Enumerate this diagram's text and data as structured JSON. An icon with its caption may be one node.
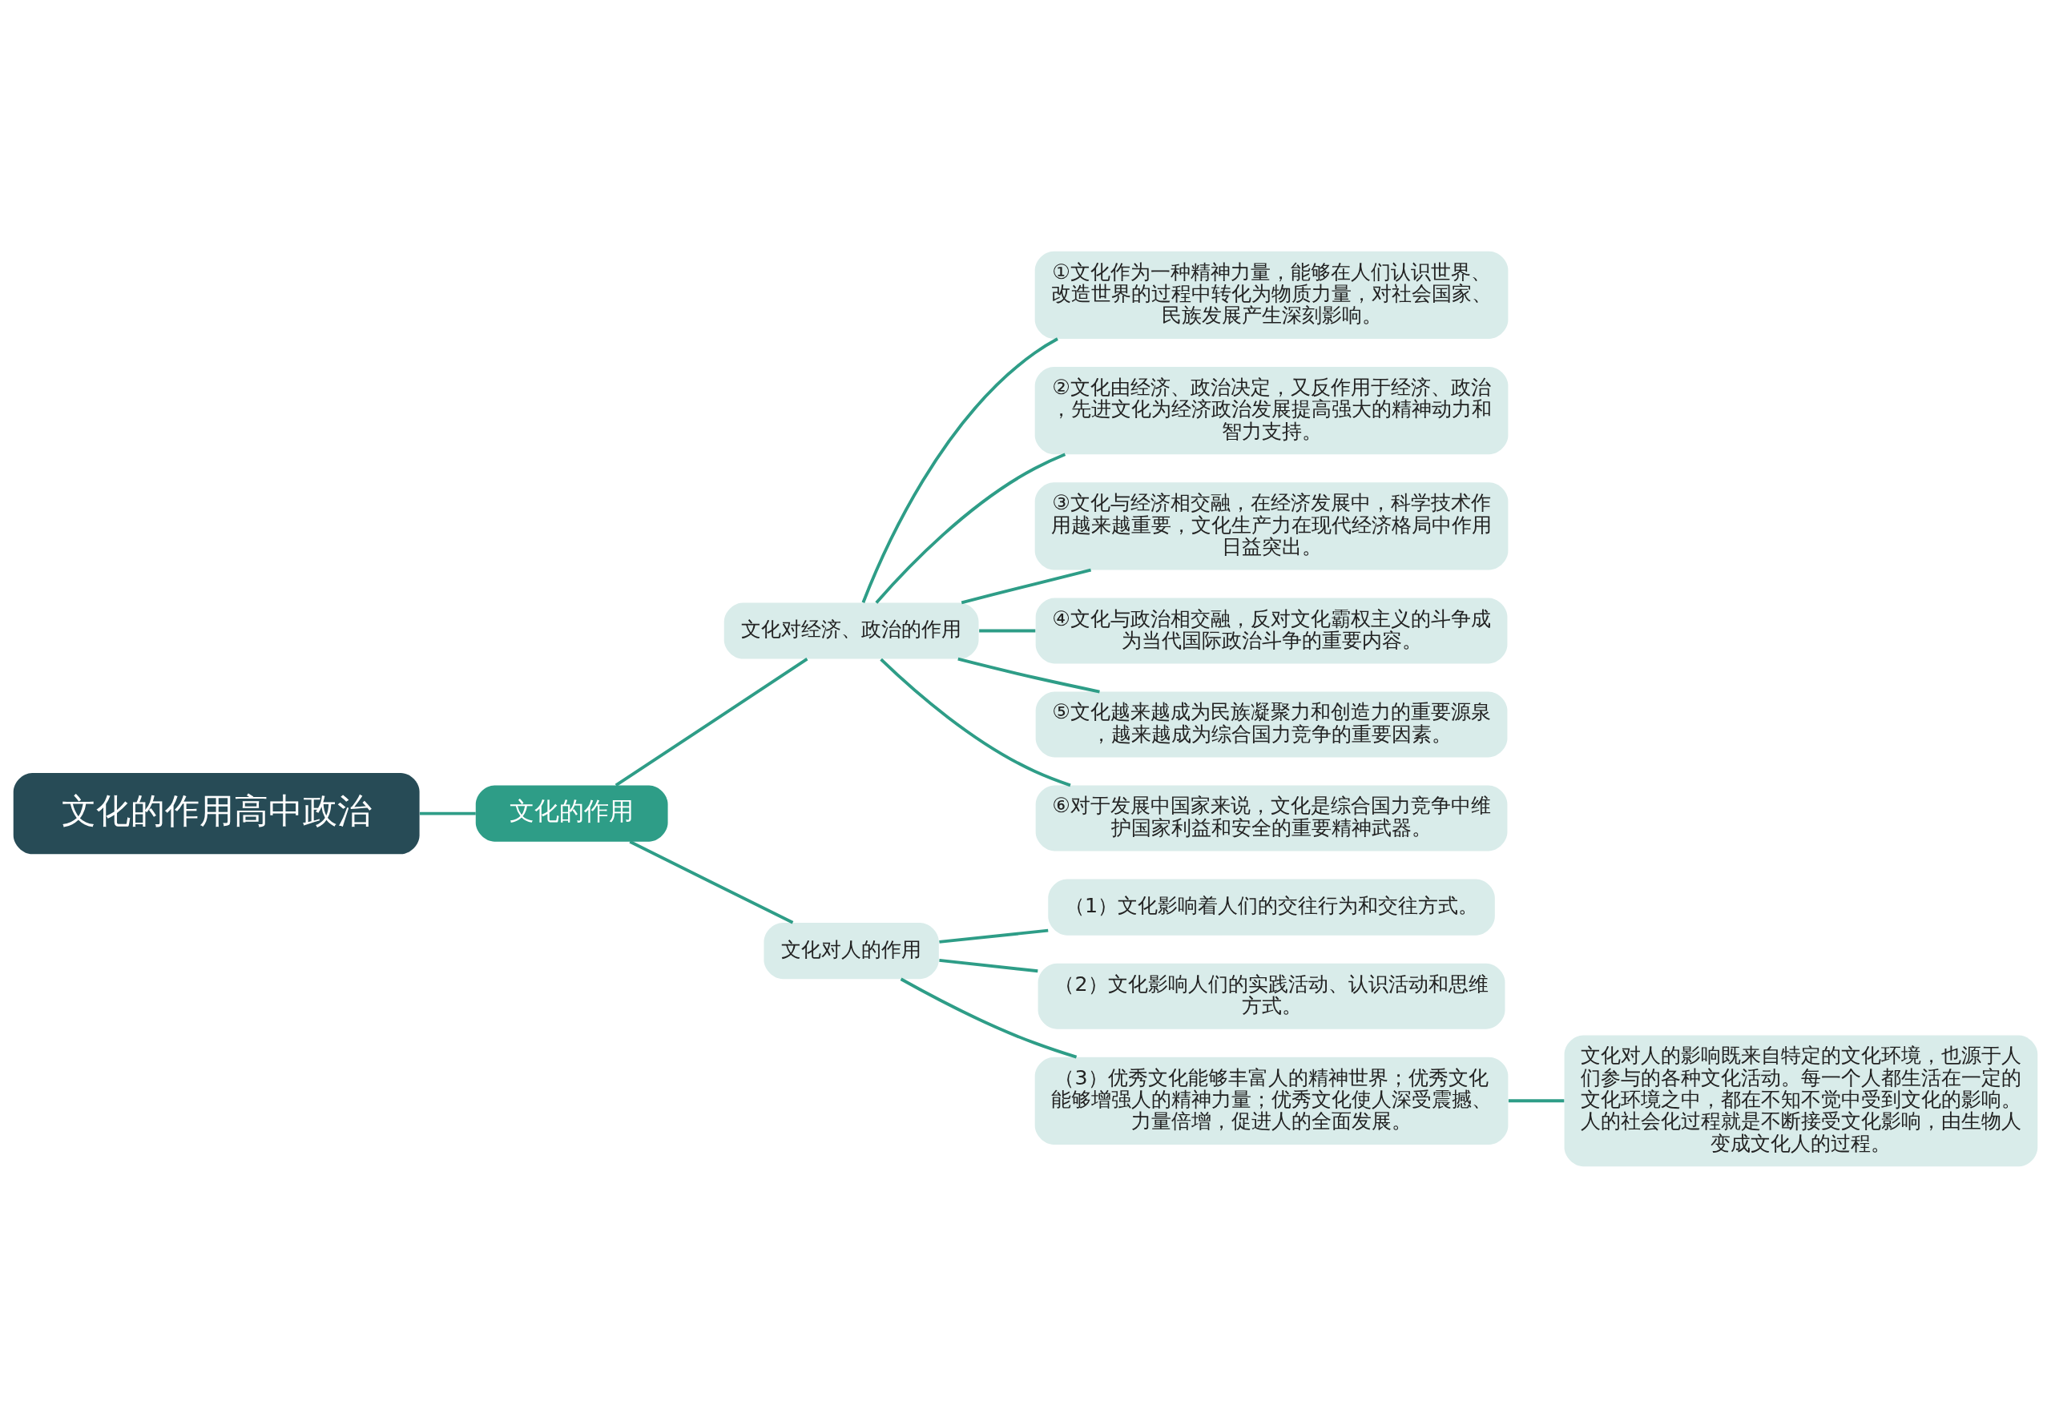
{
  "diagram": {
    "nodes": [
      {
        "text": [
          "文化的作用高中政治"
        ]
      },
      {
        "text": [
          "文化的作用"
        ]
      },
      {
        "text": [
          "文化对经济、政治的作用"
        ]
      },
      {
        "text": [
          "①文化作为一种精神力量，能够在人们认识世界、改造世界的过程中转化为物质力量，对社会国家、民族发展产生深刻影响。"
        ]
      },
      {
        "text": [
          "②文化由经济、政治决定，又反作用于经济、政治，先进文化为经济政治发展提高强大的精神动力和智力支持。"
        ]
      },
      {
        "text": [
          "③文化与经济相交融，在经济发展中，科学技术作用越来越重要，文化生产力在现代经济格局中作用日益突出。"
        ]
      },
      {
        "text": [
          "④文化与政治相交融，反对文化霸权主义的斗争成为当代国际政治斗争的重要内容。"
        ]
      },
      {
        "text": [
          "⑤文化越来越成为民族凝聚力和创造力的重要源泉，越来越成为综合国力竞争的重要因素。"
        ]
      },
      {
        "text": [
          "⑥对于发展中国家来说，文化是综合国力竞争中维护国家利益和安全的重要精神武器。"
        ]
      },
      {
        "text": [
          "文化对人的作用"
        ]
      },
      {
        "text": [
          "（1）文化影响着人们的交往行为和交往方式。"
        ]
      },
      {
        "text": [
          "（2）文化影响人们的实践活动、认识活动和思维方式。"
        ]
      },
      {
        "text": [
          "（3）优秀文化能够丰富人的精神世界；优秀文化能够增强人的精神力量；优秀文化使人深受震撼、力量倍增，促进人的全面发展。"
        ]
      },
      {
        "text": [
          "文化对人的影响既来自特定的文化环境，也源于人们参与的各种文化活动。每一个人都生活在一定的文化环境之中，都在不知不觉中受到文化的影响。人的社会化过程就是不断接受文化影响，由生物人变成文化人的过程。"
        ]
      }
    ],
    "edges": [
      {
        "from": 0,
        "to": 1,
        "arrow": "none"
      },
      {
        "from": 1,
        "to": 2,
        "arrow": "none"
      },
      {
        "from": 1,
        "to": 9,
        "arrow": "none"
      },
      {
        "from": 2,
        "to": 3,
        "arrow": "none"
      },
      {
        "from": 2,
        "to": 4,
        "arrow": "none"
      },
      {
        "from": 2,
        "to": 5,
        "arrow": "none"
      },
      {
        "from": 2,
        "to": 6,
        "arrow": "none"
      },
      {
        "from": 2,
        "to": 7,
        "arrow": "none"
      },
      {
        "from": 2,
        "to": 8,
        "arrow": "none"
      },
      {
        "from": 9,
        "to": 10,
        "arrow": "none"
      },
      {
        "from": 9,
        "to": 11,
        "arrow": "none"
      },
      {
        "from": 9,
        "to": 12,
        "arrow": "none"
      },
      {
        "from": 12,
        "to": 13,
        "arrow": "none"
      }
    ]
  }
}
